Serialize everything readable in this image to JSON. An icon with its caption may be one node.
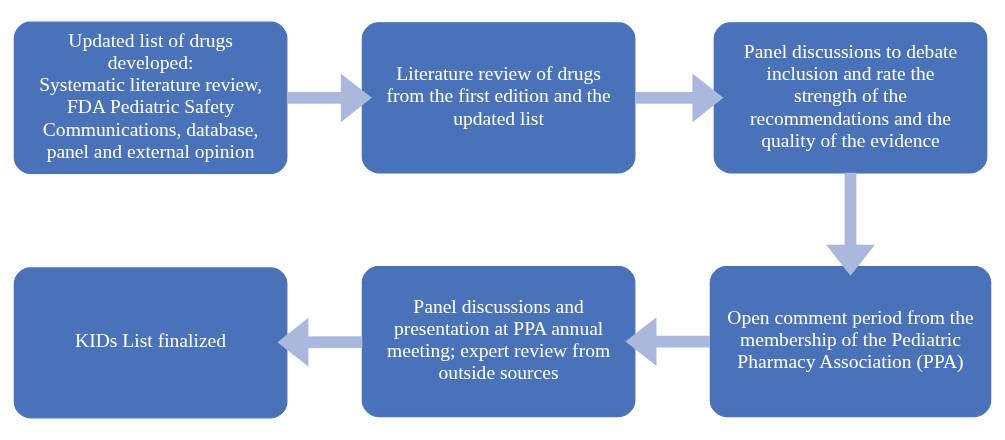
{
  "diagram": {
    "nodes": [
      {
        "text": [
          "Updated list of drugs developed:",
          "Systematic literature review, FDA Pediatric Safety Communications, database, panel and external opinion"
        ]
      },
      {
        "text": [
          "Literature review of drugs from the first edition and the updated list"
        ]
      },
      {
        "text": [
          "Panel discussions to debate inclusion and rate the strength of the recommendations and the quality of the evidence"
        ]
      },
      {
        "text": [
          "Open comment period from the membership of the Pediatric Pharmacy Association (PPA)"
        ]
      },
      {
        "text": [
          "Panel discussions and presentation at PPA annual meeting; expert review from outside sources"
        ]
      },
      {
        "text": [
          "KIDs List finalized"
        ]
      }
    ],
    "edges": [
      {
        "from": 0,
        "to": 1,
        "arrow": "to"
      },
      {
        "from": 1,
        "to": 2,
        "arrow": "to"
      },
      {
        "from": 2,
        "to": 3,
        "arrow": "to"
      },
      {
        "from": 3,
        "to": 4,
        "arrow": "to"
      },
      {
        "from": 4,
        "to": 5,
        "arrow": "to"
      }
    ]
  }
}
